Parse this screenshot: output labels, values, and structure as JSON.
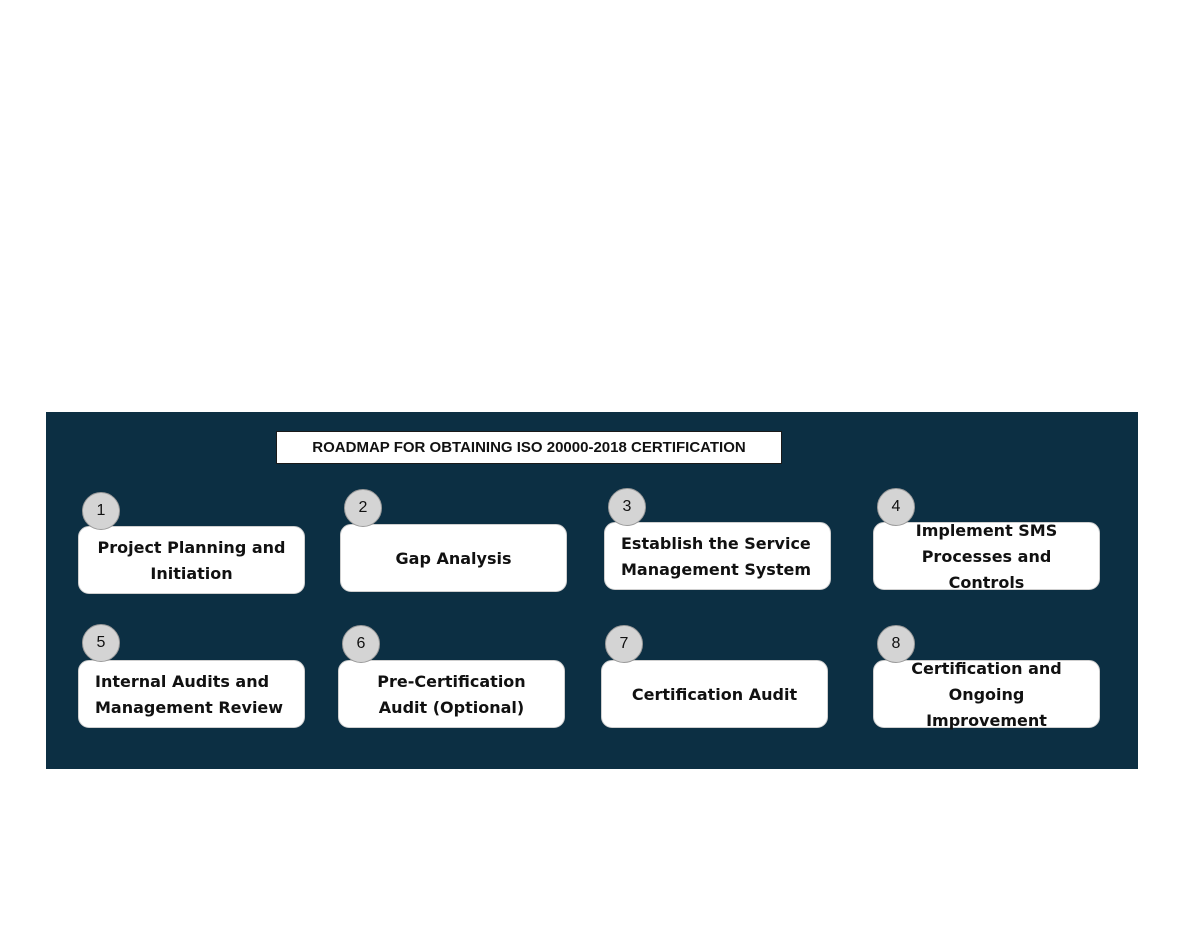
{
  "colors": {
    "panel_background": "#0c2f43",
    "step_box": "#ffffff",
    "badge": "#d4d4d4"
  },
  "diagram": {
    "title": "ROADMAP FOR OBTAINING ISO 20000-2018 CERTIFICATION",
    "steps": [
      {
        "number": "1",
        "label": "Project Planning and Initiation"
      },
      {
        "number": "2",
        "label": "Gap Analysis"
      },
      {
        "number": "3",
        "label": "Establish the Service Management System"
      },
      {
        "number": "4",
        "label": "Implement SMS Processes and Controls"
      },
      {
        "number": "5",
        "label": "Internal Audits and Management Review"
      },
      {
        "number": "6",
        "label": "Pre-Certification Audit (Optional)"
      },
      {
        "number": "7",
        "label": "Certification Audit"
      },
      {
        "number": "8",
        "label": "Certification and Ongoing Improvement"
      }
    ]
  }
}
